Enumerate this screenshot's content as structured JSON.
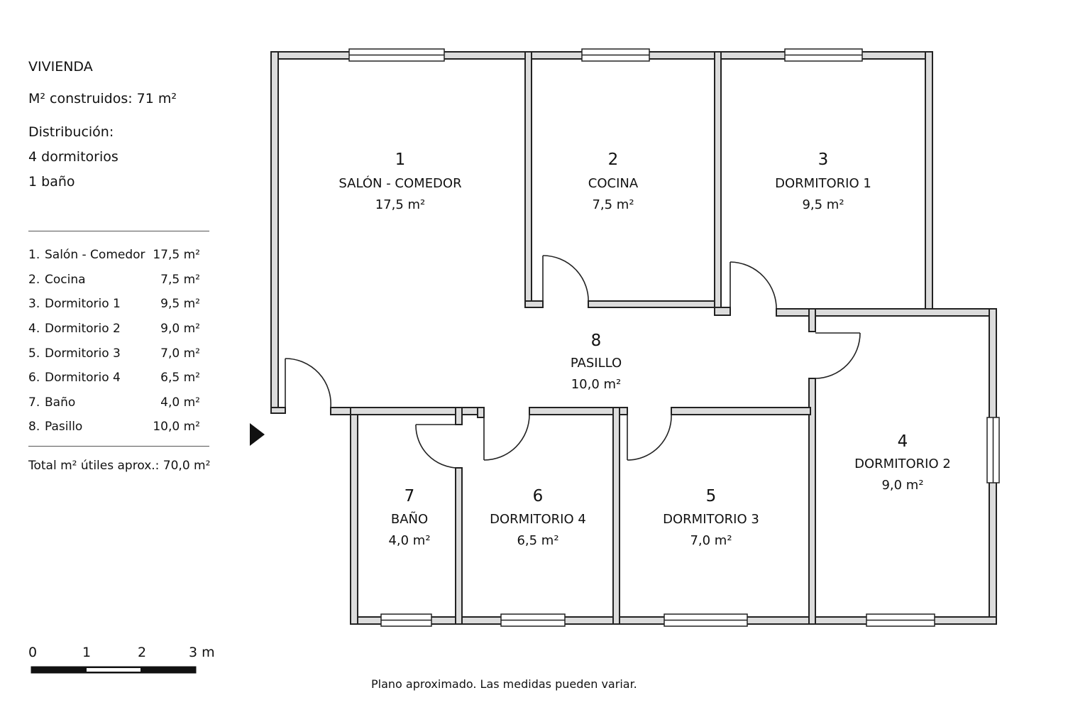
{
  "info": {
    "title": "VIVIENDA",
    "built_area": "M² construidos: 71 m²",
    "distribution_heading": "Distribución:",
    "bedrooms": "4 dormitorios",
    "bathrooms": "1 baño"
  },
  "room_list": [
    {
      "num": "1.",
      "name": "Salón - Comedor",
      "area": "17,5 m²"
    },
    {
      "num": "2.",
      "name": "Cocina",
      "area": "7,5 m²"
    },
    {
      "num": "3.",
      "name": "Dormitorio 1",
      "area": "9,5 m²"
    },
    {
      "num": "4.",
      "name": "Dormitorio 2",
      "area": "9,0 m²"
    },
    {
      "num": "5.",
      "name": "Dormitorio 3",
      "area": "7,0 m²"
    },
    {
      "num": "6.",
      "name": "Dormitorio 4",
      "area": "6,5 m²"
    },
    {
      "num": "7.",
      "name": "Baño",
      "area": "4,0 m²"
    },
    {
      "num": "8.",
      "name": "Pasillo",
      "area": "10,0 m²"
    }
  ],
  "total": "Total m² útiles aprox.: 70,0 m²",
  "plan_rooms": [
    {
      "num": "1",
      "name": "SALÓN - COMEDOR",
      "area": "17,5 m²"
    },
    {
      "num": "2",
      "name": "COCINA",
      "area": "7,5 m²"
    },
    {
      "num": "3",
      "name": "DORMITORIO 1",
      "area": "9,5 m²"
    },
    {
      "num": "4",
      "name": "DORMITORIO 2",
      "area": "9,0 m²"
    },
    {
      "num": "5",
      "name": "DORMITORIO 3",
      "area": "7,0 m²"
    },
    {
      "num": "6",
      "name": "DORMITORIO 4",
      "area": "6,5 m²"
    },
    {
      "num": "7",
      "name": "BAÑO",
      "area": "4,0 m²"
    },
    {
      "num": "8",
      "name": "PASILLO",
      "area": "10,0 m²"
    }
  ],
  "scale": {
    "labels": [
      "0",
      "1",
      "2",
      "3 m"
    ]
  },
  "note": "Plano aproximado. Las medidas pueden variar.",
  "colors": {
    "wall_fill": "#dcdcdc",
    "wall_stroke": "#222222",
    "text": "#111111"
  },
  "icons": {
    "entry": "entry-arrow-icon"
  }
}
